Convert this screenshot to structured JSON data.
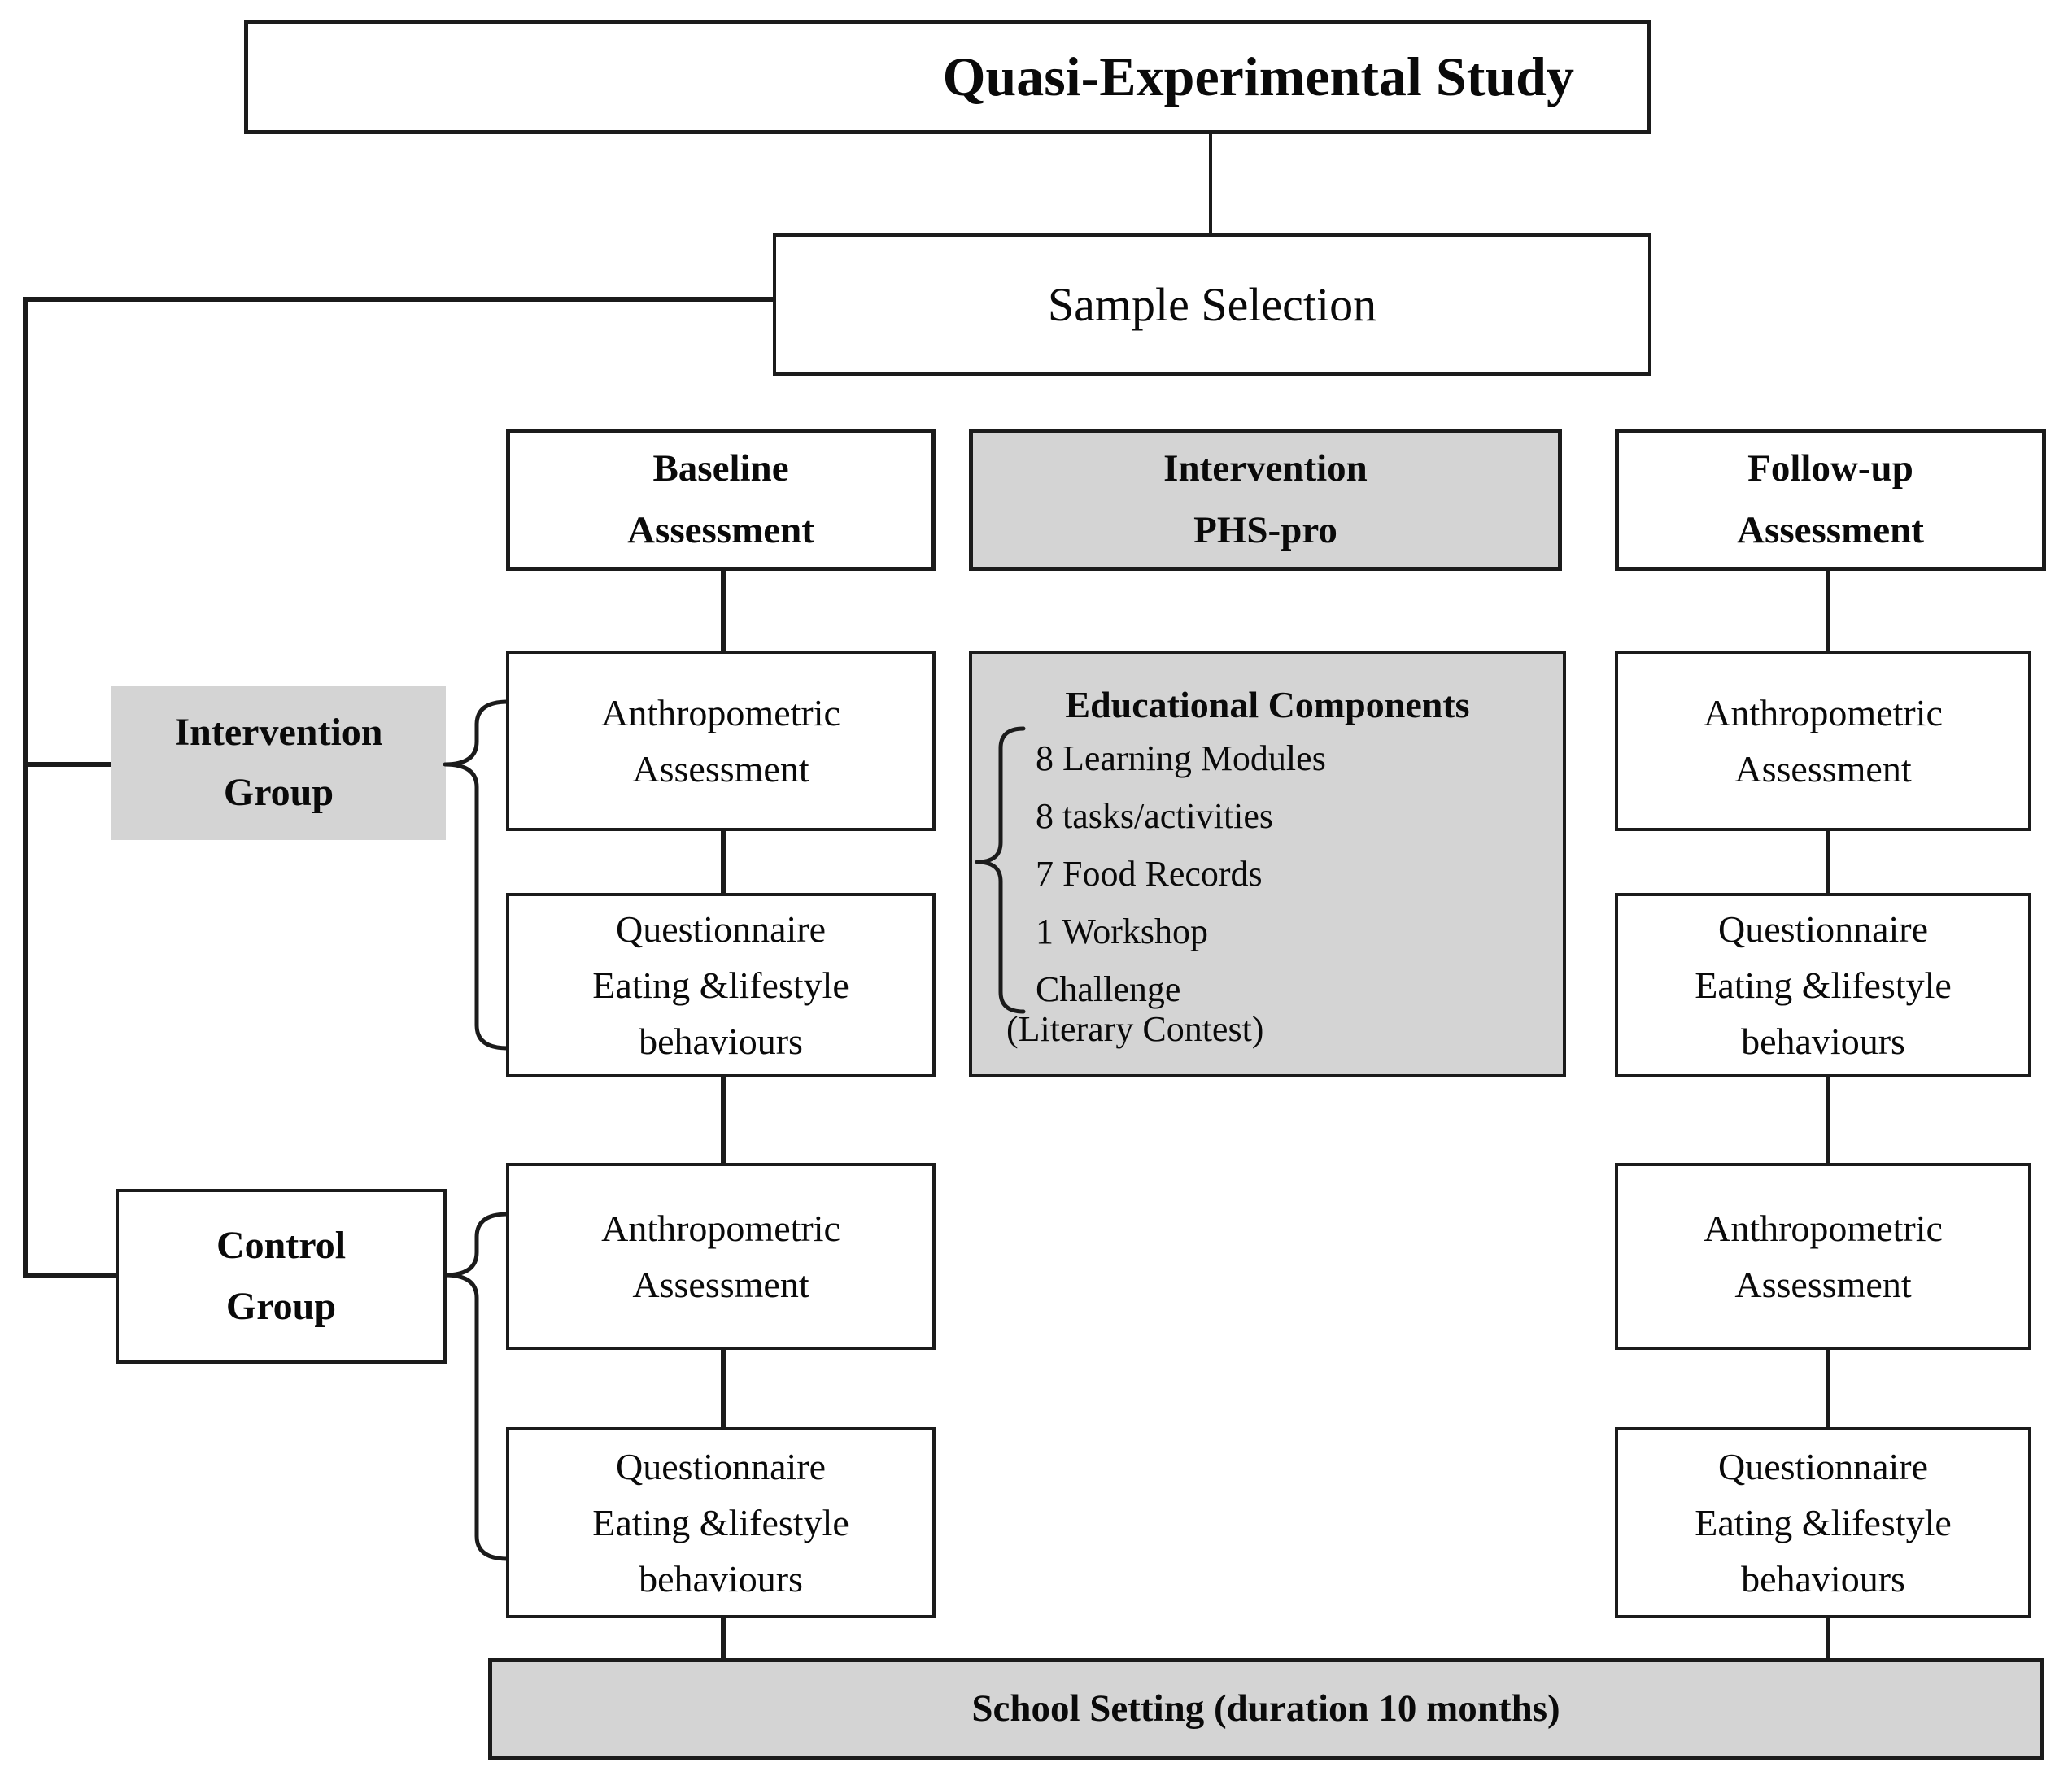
{
  "colors": {
    "box_fill_gray": "#d4d4d4",
    "box_fill_white": "#ffffff",
    "line": "#1b1b1b",
    "text": "#0a0a0a"
  },
  "title_box": {
    "label": "Quasi-Experimental Study"
  },
  "sample_selection_box": {
    "label": "Sample Selection"
  },
  "group_boxes": {
    "intervention": {
      "line1": "Intervention",
      "line2": "Group"
    },
    "control": {
      "line1": "Control",
      "line2": "Group"
    }
  },
  "column_headers": {
    "baseline": {
      "line1": "Baseline",
      "line2": "Assessment"
    },
    "intervention_phs_pro": {
      "line1": "Intervention",
      "line2": "PHS-pro"
    },
    "follow_up": {
      "line1": "Follow-up",
      "line2": "Assessment"
    }
  },
  "assessment_boxes": {
    "anthropometric": {
      "line1": "Anthropometric",
      "line2": "Assessment"
    },
    "questionnaire": {
      "line1": "Questionnaire",
      "line2": "Eating &lifestyle",
      "line3": "behaviours"
    }
  },
  "educational_components_box": {
    "heading": "Educational Components",
    "items": [
      "8 Learning Modules",
      "8 tasks/activities",
      "7 Food Records",
      "1 Workshop",
      "Challenge"
    ],
    "footnote": "(Literary Contest)"
  },
  "footer_bar": {
    "label": "School Setting (duration 10 months)"
  }
}
